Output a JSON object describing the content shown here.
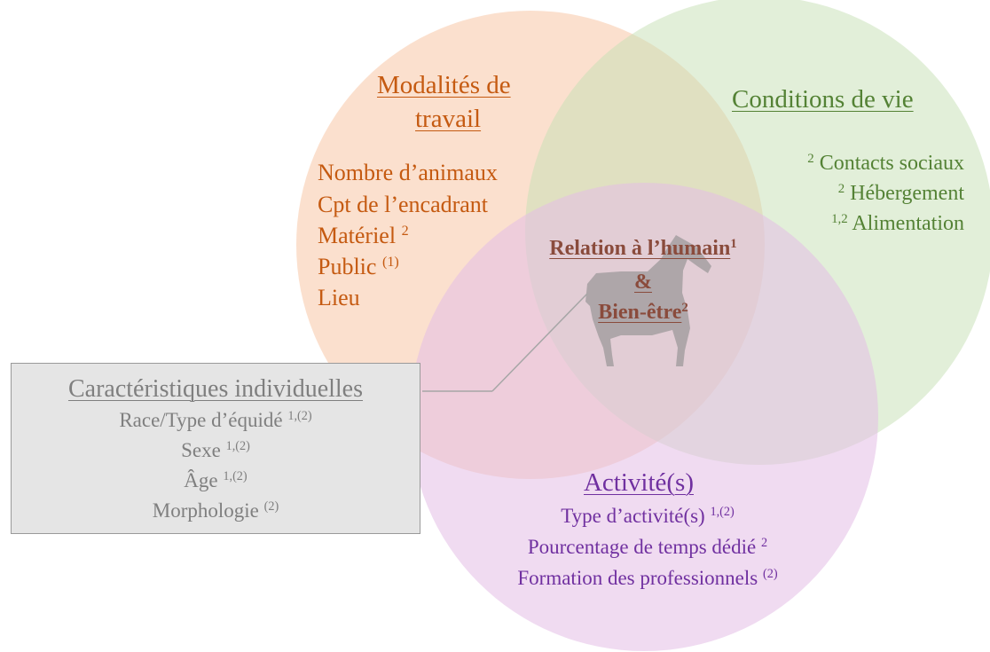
{
  "circles": {
    "modalites": {
      "title_line1": "Modalités de",
      "title_line2": "travail",
      "items": [
        {
          "text": "Nombre d’animaux",
          "sup": ""
        },
        {
          "text": "Cpt de l’encadrant",
          "sup": ""
        },
        {
          "text": "Matériel ",
          "sup": "2"
        },
        {
          "text": "Public ",
          "sup": "(1)"
        },
        {
          "text": "Lieu",
          "sup": ""
        }
      ],
      "color": "#c55a11",
      "fill": "#f8cbad"
    },
    "conditions": {
      "title": "Conditions de vie",
      "items": [
        {
          "sup": "2",
          "text": " Contacts sociaux"
        },
        {
          "sup": "2",
          "text": " Hébergement"
        },
        {
          "sup": "1,2",
          "text": " Alimentation"
        }
      ],
      "color": "#548235",
      "fill": "#c5e0b4"
    },
    "activites": {
      "title": "Activité(s)",
      "items": [
        {
          "text": "Type d’activité(s) ",
          "sup": "1,(2)"
        },
        {
          "text": "Pourcentage de temps dédié ",
          "sup": "2"
        },
        {
          "text": "Formation des professionnels ",
          "sup": "(2)"
        }
      ],
      "color": "#7030a0",
      "fill": "#e4bde6"
    }
  },
  "center": {
    "line1": "Relation à l’humain",
    "line1_sup": "1",
    "line2": "&",
    "line3": "Bien-être",
    "line3_sup": "2",
    "color": "#8a4b3c",
    "icon": "horse-icon"
  },
  "individual": {
    "title": "Caractéristiques individuelles",
    "items": [
      {
        "text": "Race/Type d’équidé ",
        "sup": "1,(2)"
      },
      {
        "text": "Sexe ",
        "sup": "1,(2)"
      },
      {
        "text": "Âge ",
        "sup": "1,(2)"
      },
      {
        "text": "Morphologie ",
        "sup": "(2)"
      }
    ],
    "color": "#7f7f7f",
    "fill": "#e5e5e5"
  }
}
